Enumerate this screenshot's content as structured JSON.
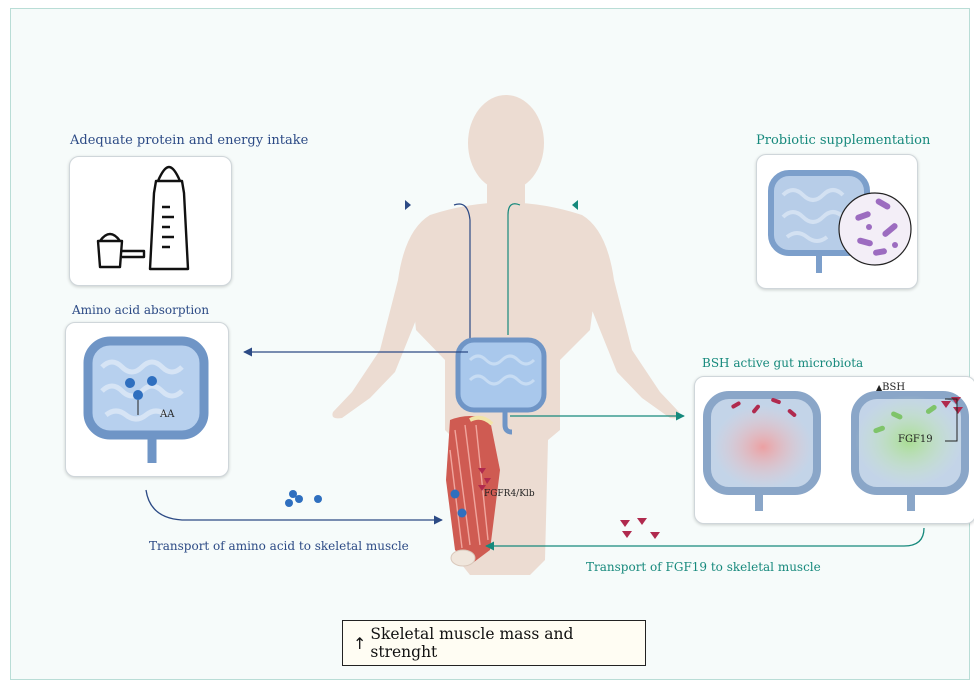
{
  "labels": {
    "protein_intake": "Adequate protein and energy intake",
    "probiotic": "Probiotic supplementation",
    "amino_absorption": "Amino acid absorption",
    "bsh_microbiota": "BSH active gut microbiota",
    "aa": "AA",
    "bsh": "BSH",
    "fgf19": "FGF19",
    "fgfr4": "FGFR4/Klb",
    "transport_amino": "Transport  of amino acid to skeletal muscle",
    "transport_fgf19": "Transport of  FGF19 to skeletal muscle",
    "outcome": "Skeletal muscle mass and strenght"
  },
  "icons": {
    "outcome_arrow": "up-arrow-icon",
    "shake": "protein-shaker-icon",
    "scoop": "protein-scoop-icon"
  },
  "colors": {
    "navy": "#2c4a85",
    "teal": "#16897c",
    "intestine": "#9cc0e8",
    "muscle": "#d45a52",
    "body": "#ecdcd2"
  }
}
